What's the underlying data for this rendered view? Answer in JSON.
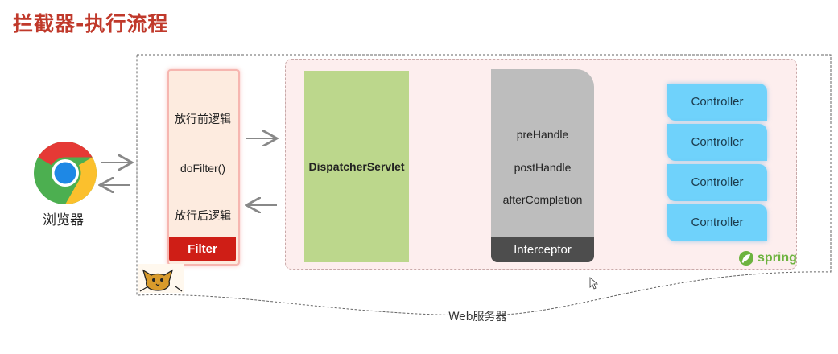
{
  "title": "拦截器-执行流程",
  "browser": {
    "label": "浏览器",
    "icon": "chrome-icon"
  },
  "filter": {
    "lines": [
      "放行前逻辑",
      "doFilter()",
      "放行后逻辑"
    ],
    "label": "Filter",
    "label_color": "#cf1e16"
  },
  "dispatcher": {
    "label": "DispatcherServlet",
    "color": "#bcd78c"
  },
  "interceptor": {
    "lines": [
      "preHandle",
      "postHandle",
      "afterCompletion"
    ],
    "label": "Interceptor"
  },
  "controllers": [
    "Controller",
    "Controller",
    "Controller",
    "Controller"
  ],
  "spring": {
    "label": "spring",
    "color": "#6db33f"
  },
  "server": {
    "label": "Web服务器",
    "icon": "tomcat-icon"
  },
  "colors": {
    "title": "#c0392b",
    "controller": "#6fd2fb",
    "arrow": "#888888"
  }
}
